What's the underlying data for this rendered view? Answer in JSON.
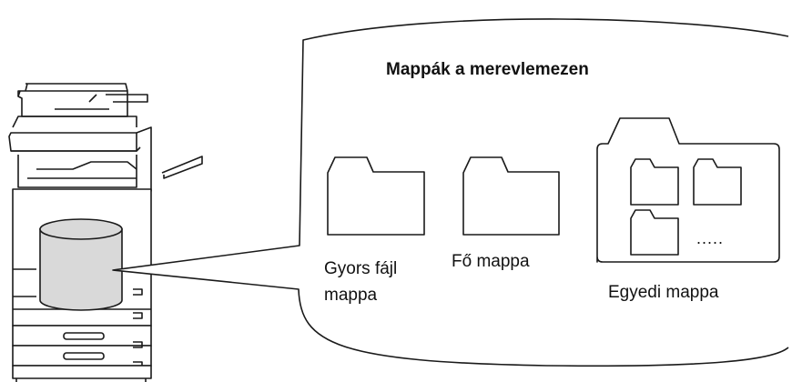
{
  "diagram": {
    "title": "Mappák a merevlemezen",
    "folders": {
      "quick_file_line1": "Gyors fájl",
      "quick_file_line2": "mappa",
      "main": "Fő mappa",
      "custom": "Egyedi mappa",
      "more": "....."
    }
  },
  "colors": {
    "stroke": "#1a1a1a",
    "drive_fill": "#d9d9d9",
    "background": "#ffffff"
  }
}
